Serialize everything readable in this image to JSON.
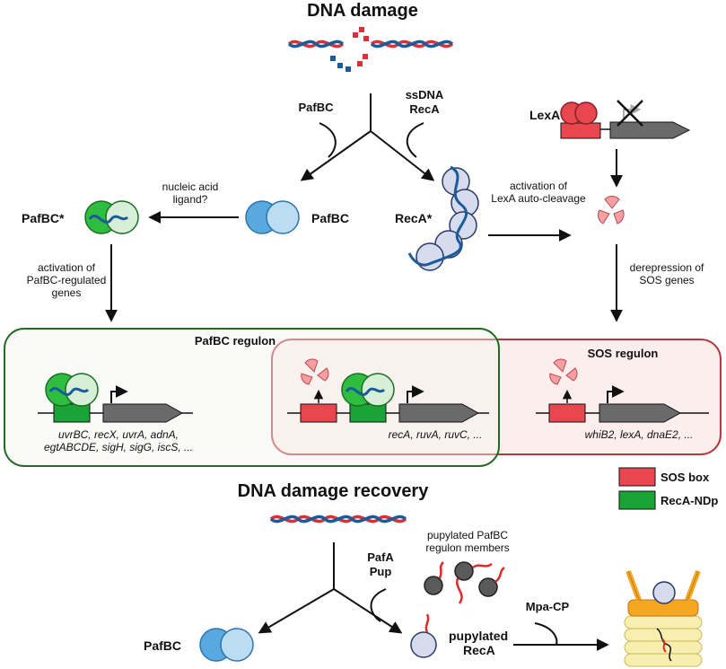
{
  "titles": {
    "damage": "DNA damage",
    "recovery": "DNA damage recovery"
  },
  "labels": {
    "pafbc_left_arrow": "PafBC",
    "ssdna": "ssDNA",
    "reca": "RecA",
    "lexa": "LexA",
    "nucleic1": "nucleic acid",
    "nucleic2": "ligand?",
    "pafbc_star": "PafBC*",
    "pafbc_center": "PafBC",
    "reca_star": "RecA*",
    "activation_lexa1": "activation of",
    "activation_lexa2": "LexA auto-cleavage",
    "activation_pafbc1": "activation of",
    "activation_pafbc2": "PafBC-regulated",
    "activation_pafbc3": "genes",
    "derepression1": "derepression of",
    "derepression2": "SOS genes",
    "pafa": "PafA",
    "pup": "Pup",
    "pupylated_members1": "pupylated PafBC",
    "pupylated_members2": "regulon members",
    "mpa_cp": "Mpa-CP",
    "pafbc_bottom": "PafBC",
    "pupylated_reca1": "pupylated",
    "pupylated_reca2": "RecA"
  },
  "regulons": {
    "pafbc_title": "PafBC regulon",
    "sos_title": "SOS regulon",
    "pafbc_genes1": "uvrBC, recX, uvrA, adnA,",
    "pafbc_genes2": "egtABCDE, sigH, sigG, iscS, ...",
    "shared_genes": "recA, ruvA, ruvC, ...",
    "sos_genes": "whiB2, lexA, dnaE2, ..."
  },
  "legend": [
    {
      "label": "SOS box",
      "color": "#e8474f"
    },
    {
      "label": "RecA-NDp",
      "color": "#1aa337"
    }
  ],
  "colors": {
    "pafbc_regulon_border": "#1f6b1f",
    "sos_regulon_border": "#b5373f",
    "gene_arrow": "#6a6a6a",
    "pafbc_blue": "#5aa8e0",
    "pafbc_active_green": "#2ebd3e",
    "lexa_red": "#e8474f",
    "dna_red": "#d9303a",
    "dna_blue": "#1a5c99"
  }
}
